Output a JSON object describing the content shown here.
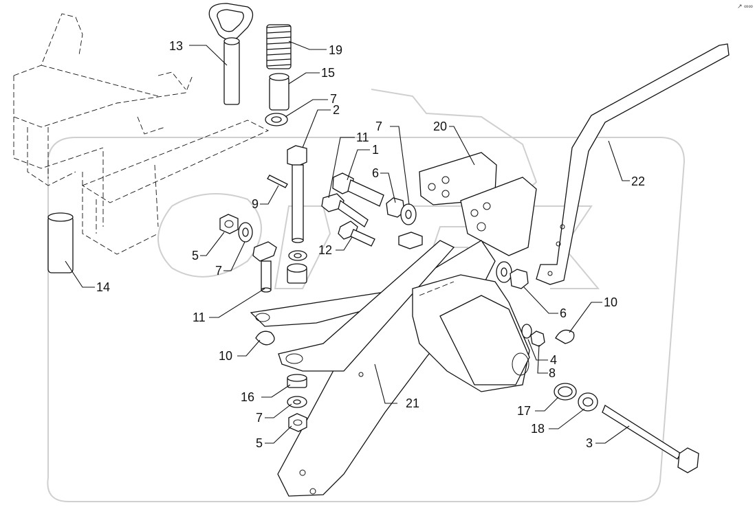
{
  "diagram": {
    "corner_mark": "↗ ∞∞",
    "callouts": [
      {
        "id": "c13",
        "label": "13"
      },
      {
        "id": "c19",
        "label": "19"
      },
      {
        "id": "c15",
        "label": "15"
      },
      {
        "id": "c7a",
        "label": "7"
      },
      {
        "id": "c2",
        "label": "2"
      },
      {
        "id": "c11a",
        "label": "11"
      },
      {
        "id": "c1",
        "label": "1"
      },
      {
        "id": "c7b",
        "label": "7"
      },
      {
        "id": "c20",
        "label": "20"
      },
      {
        "id": "c22",
        "label": "22"
      },
      {
        "id": "c6a",
        "label": "6"
      },
      {
        "id": "c9",
        "label": "9"
      },
      {
        "id": "c5a",
        "label": "5"
      },
      {
        "id": "c7c",
        "label": "7"
      },
      {
        "id": "c12",
        "label": "12"
      },
      {
        "id": "c14",
        "label": "14"
      },
      {
        "id": "c11b",
        "label": "11"
      },
      {
        "id": "c10a",
        "label": "10"
      },
      {
        "id": "c6b",
        "label": "6"
      },
      {
        "id": "c10b",
        "label": "10"
      },
      {
        "id": "c4",
        "label": "4"
      },
      {
        "id": "c8",
        "label": "8"
      },
      {
        "id": "c16",
        "label": "16"
      },
      {
        "id": "c21",
        "label": "21"
      },
      {
        "id": "c17",
        "label": "17"
      },
      {
        "id": "c7d",
        "label": "7"
      },
      {
        "id": "c18",
        "label": "18"
      },
      {
        "id": "c3",
        "label": "3"
      },
      {
        "id": "c5b",
        "label": "5"
      }
    ]
  }
}
